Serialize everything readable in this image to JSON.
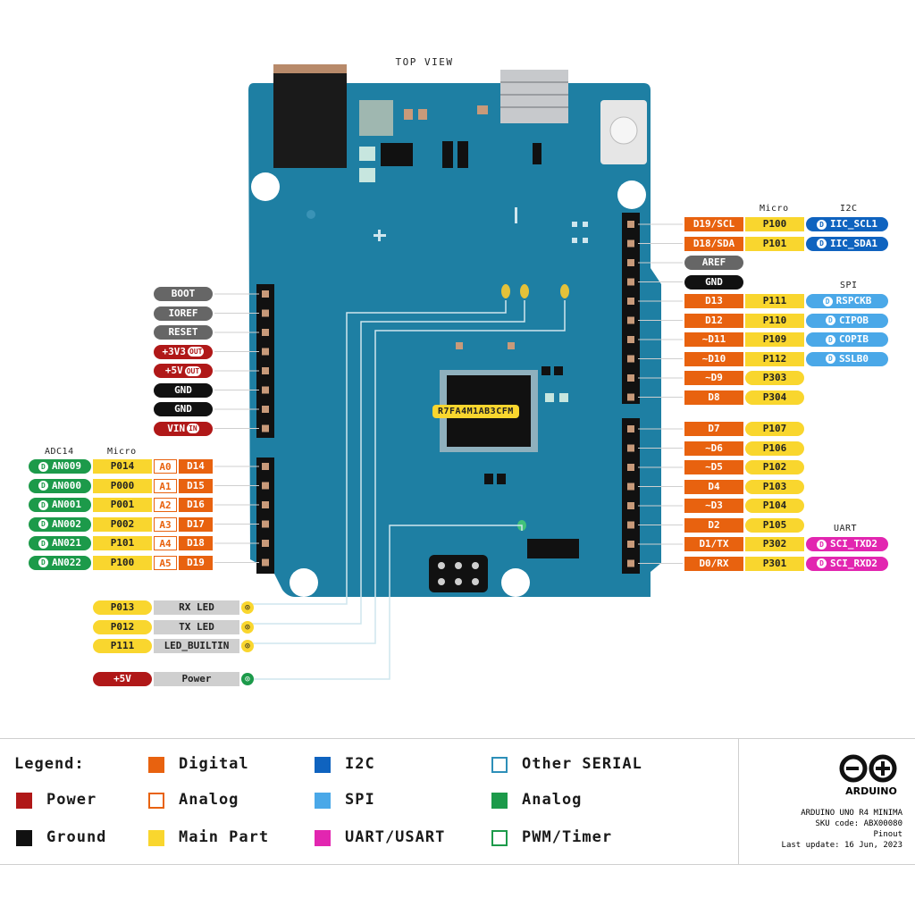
{
  "title": "TOP VIEW",
  "headers": {
    "right_micro": "Micro",
    "right_i2c": "I2C",
    "right_spi": "SPI",
    "right_uart": "UART",
    "left_adc": "ADC14",
    "left_micro": "Micro"
  },
  "chip_label": "R7FA4M1AB3CFM",
  "colors": {
    "board": "#1e7fa3",
    "digital": "#e8620f",
    "analog_main": "#f9d62e",
    "i2c": "#0f63bf",
    "spi": "#4aa8e8",
    "uart": "#e226b0",
    "analog_green": "#1c9a4a",
    "power": "#b01818",
    "ground": "#111111",
    "grey": "#666666",
    "light_grey": "#cfcfcf"
  },
  "power_pins": [
    {
      "label": "BOOT",
      "kind": "grey"
    },
    {
      "label": "IOREF",
      "kind": "grey"
    },
    {
      "label": "RESET",
      "kind": "grey"
    },
    {
      "label": "+3V3",
      "tag": "OUT",
      "kind": "power"
    },
    {
      "label": "+5V",
      "tag": "OUT",
      "kind": "power"
    },
    {
      "label": "GND",
      "kind": "ground"
    },
    {
      "label": "GND",
      "kind": "ground"
    },
    {
      "label": "VIN",
      "tag": "IN",
      "kind": "power"
    }
  ],
  "analog_pins": [
    {
      "adc": "AN009",
      "micro": "P014",
      "a": "A0",
      "d": "D14"
    },
    {
      "adc": "AN000",
      "micro": "P000",
      "a": "A1",
      "d": "D15"
    },
    {
      "adc": "AN001",
      "micro": "P001",
      "a": "A2",
      "d": "D16"
    },
    {
      "adc": "AN002",
      "micro": "P002",
      "a": "A3",
      "d": "D17"
    },
    {
      "adc": "AN021",
      "micro": "P101",
      "a": "A4",
      "d": "D18"
    },
    {
      "adc": "AN022",
      "micro": "P100",
      "a": "A5",
      "d": "D19"
    }
  ],
  "leds": [
    {
      "micro": "P013",
      "name": "RX LED"
    },
    {
      "micro": "P012",
      "name": "TX LED"
    },
    {
      "micro": "P111",
      "name": "LED_BUILTIN"
    }
  ],
  "power_led": {
    "supply": "+5V",
    "name": "Power"
  },
  "right_upper_pins": [
    {
      "d": "D19/SCL",
      "micro": "P100",
      "extra": "IIC_SCL1",
      "extra_kind": "i2c",
      "mark": "D"
    },
    {
      "d": "D18/SDA",
      "micro": "P101",
      "extra": "IIC_SDA1",
      "extra_kind": "i2c",
      "mark": "D"
    },
    {
      "d": "AREF",
      "kind": "grey"
    },
    {
      "d": "GND",
      "kind": "ground"
    },
    {
      "d": "D13",
      "micro": "P111",
      "extra": "RSPCKB",
      "extra_kind": "spi",
      "mark": "D"
    },
    {
      "d": "D12",
      "micro": "P110",
      "extra": "CIPOB",
      "extra_kind": "spi",
      "mark": "D"
    },
    {
      "d": "~D11",
      "micro": "P109",
      "extra": "COPIB",
      "extra_kind": "spi",
      "mark": "D"
    },
    {
      "d": "~D10",
      "micro": "P112",
      "extra": "SSLB0",
      "extra_kind": "spi",
      "mark": "D"
    },
    {
      "d": "~D9",
      "micro": "P303"
    },
    {
      "d": "D8",
      "micro": "P304"
    }
  ],
  "right_lower_pins": [
    {
      "d": "D7",
      "micro": "P107"
    },
    {
      "d": "~D6",
      "micro": "P106"
    },
    {
      "d": "~D5",
      "micro": "P102"
    },
    {
      "d": "D4",
      "micro": "P103"
    },
    {
      "d": "~D3",
      "micro": "P104"
    },
    {
      "d": "D2",
      "micro": "P105"
    },
    {
      "d": "D1/TX",
      "micro": "P302",
      "extra": "SCI_TXD2",
      "extra_kind": "uart",
      "mark": "D"
    },
    {
      "d": "D0/RX",
      "micro": "P301",
      "extra": "SCI_RXD2",
      "extra_kind": "uart",
      "mark": "D"
    }
  ],
  "legend": {
    "title": "Legend:",
    "items": [
      {
        "label": "Power",
        "color": "#b01818",
        "style": "fill"
      },
      {
        "label": "Ground",
        "color": "#111111",
        "style": "fill"
      },
      {
        "label": "Digital",
        "color": "#e8620f",
        "style": "fill"
      },
      {
        "label": "Analog",
        "color": "#e8620f",
        "style": "outline"
      },
      {
        "label": "Main Part",
        "color": "#f9d62e",
        "style": "fill"
      },
      {
        "label": "I2C",
        "color": "#0f63bf",
        "style": "fill"
      },
      {
        "label": "SPI",
        "color": "#4aa8e8",
        "style": "fill"
      },
      {
        "label": "UART/USART",
        "color": "#e226b0",
        "style": "fill"
      },
      {
        "label": "Other SERIAL",
        "color": "#2d8fb8",
        "style": "outline"
      },
      {
        "label": "Analog",
        "color": "#1c9a4a",
        "style": "fill"
      },
      {
        "label": "PWM/Timer",
        "color": "#1c9a4a",
        "style": "outline"
      }
    ]
  },
  "brand": {
    "name": "ARDUINO",
    "product": "ARDUINO UNO R4 MINIMA",
    "sku": "SKU code: ABX00080",
    "doc": "Pinout",
    "updated": "Last update: 16 Jun, 2023"
  }
}
